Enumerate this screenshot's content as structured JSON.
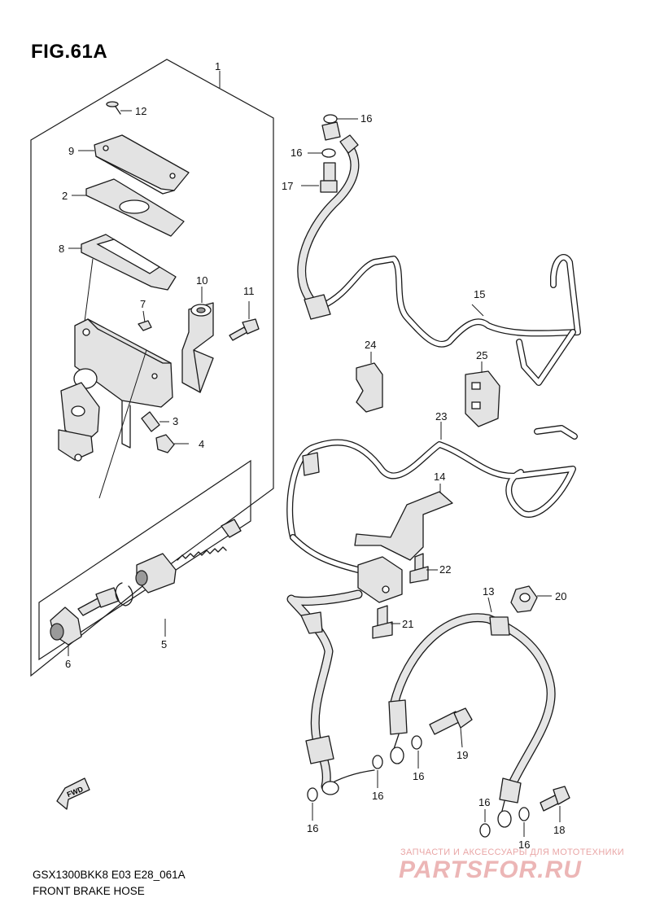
{
  "figure": {
    "title": "FIG.61A",
    "model_code": "GSX1300BKK8 E03 E28_061A",
    "caption": "FRONT BRAKE HOSE"
  },
  "fwd_label": "FWD",
  "watermark": {
    "tagline": "ЗАПЧАСТИ И АКСЕССУАРЫ ДЛЯ МОТОТЕХНИКИ",
    "logo": "PARTSFOR.RU"
  },
  "callouts": {
    "c1": "1",
    "c2": "2",
    "c3": "3",
    "c4": "4",
    "c5": "5",
    "c6": "6",
    "c7": "7",
    "c8": "8",
    "c9": "9",
    "c10": "10",
    "c11": "11",
    "c12": "12",
    "c13": "13",
    "c14": "14",
    "c15": "15",
    "c16a": "16",
    "c16b": "16",
    "c16c": "16",
    "c16d": "16",
    "c16e": "16",
    "c16f": "16",
    "c16g": "16",
    "c17": "17",
    "c18": "18",
    "c19": "19",
    "c20": "20",
    "c21": "21",
    "c22": "22",
    "c23": "23",
    "c24": "24",
    "c25": "25"
  },
  "colors": {
    "line": "#1a1a1a",
    "part_fill": "#e3e3e3",
    "watermark": "#ecb6b6"
  }
}
